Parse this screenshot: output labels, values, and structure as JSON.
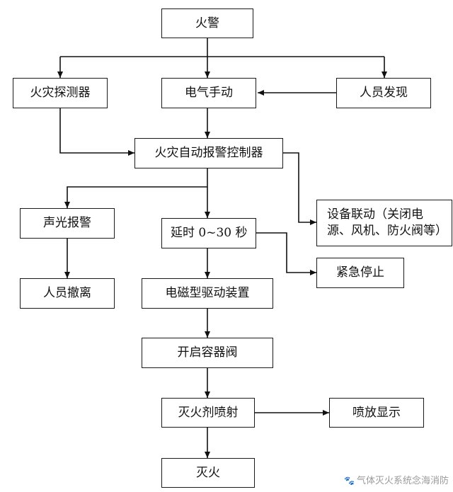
{
  "nodes": {
    "fire_alarm": "火警",
    "fire_detector": "火灾探测器",
    "electric_manual": "电气手动",
    "personnel_discovery": "人员发现",
    "auto_controller": "火灾自动报警控制器",
    "sound_light_alarm": "声光报警",
    "delay": "延时 0~30 秒",
    "linkage_line1": "设备联动（关闭电",
    "linkage_line2": "源、风机、防火阀等）",
    "evacuation": "人员撤离",
    "emergency_stop": "紧急停止",
    "solenoid_drive": "电磁型驱动装置",
    "open_valve": "开启容器阀",
    "agent_spray": "灭火剂喷射",
    "spray_display": "喷放显示",
    "extinguish": "灭火"
  },
  "watermark": {
    "icon": "paw-icon",
    "text": "气体灭火系统念海消防"
  }
}
